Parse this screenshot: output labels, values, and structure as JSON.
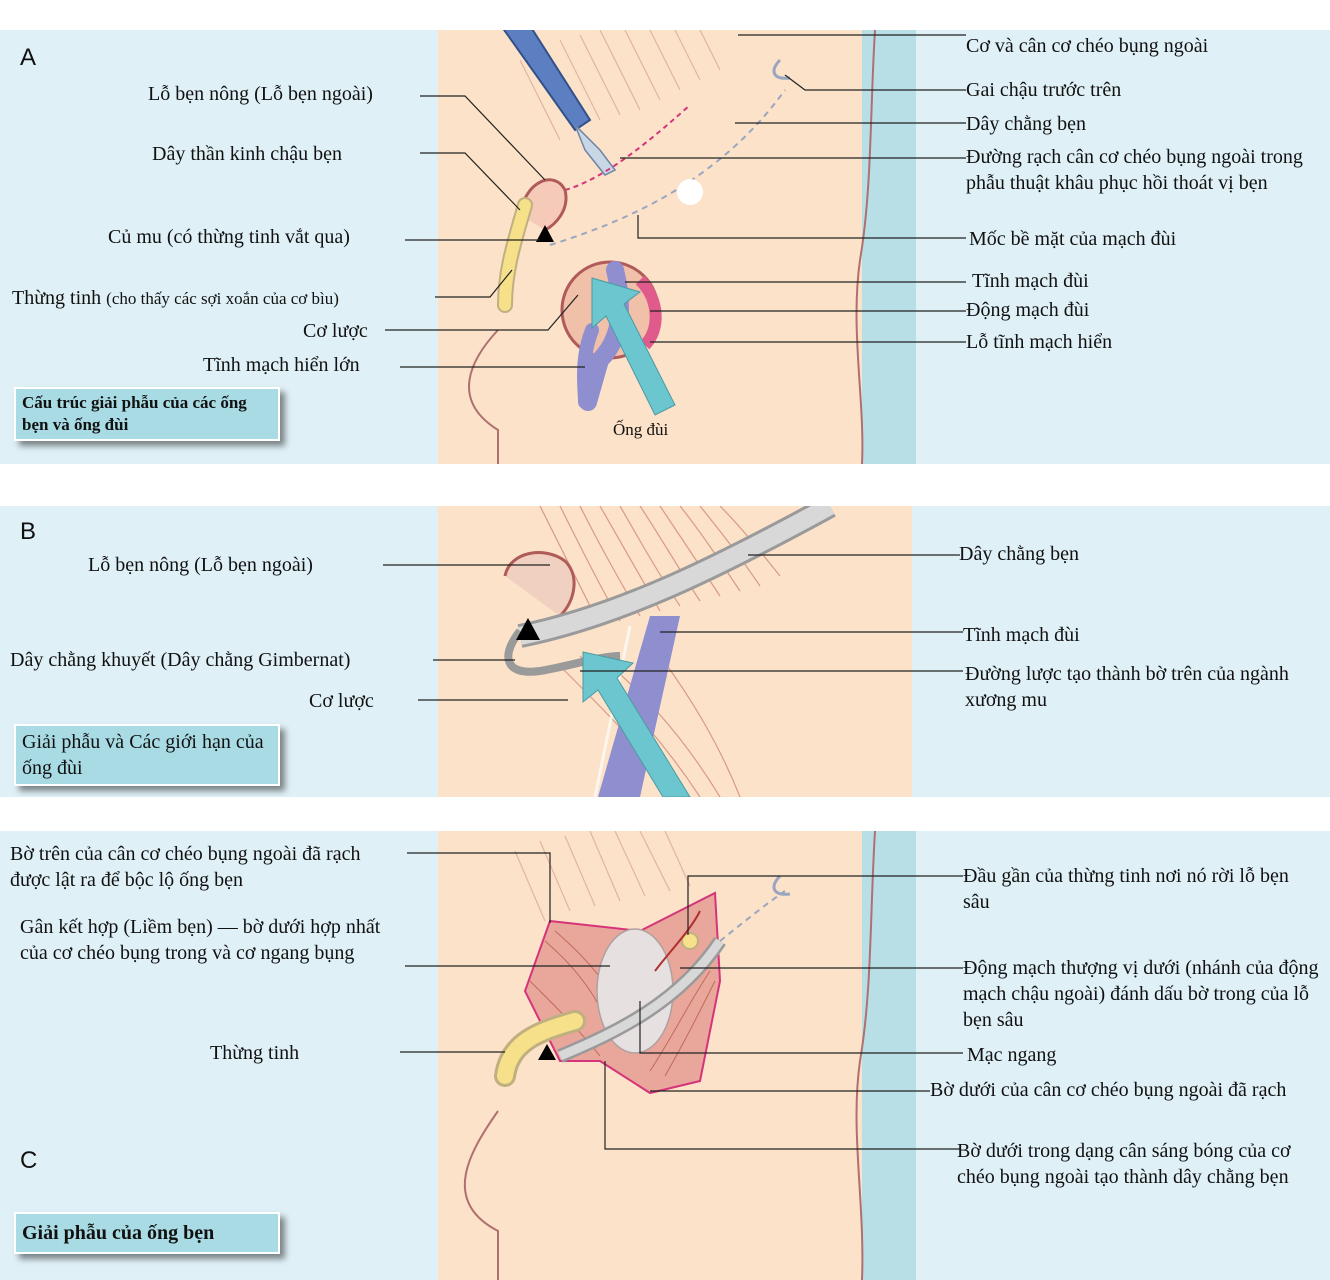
{
  "panel_a": {
    "letter": "A",
    "caption": "Cấu trúc giải phẫu của các ống bẹn và ống đùi",
    "labels": {
      "external_oblique": "Cơ và cân cơ chéo bụng ngoài",
      "asis": "Gai chậu trước trên",
      "inguinal_ligament": "Dây chằng bẹn",
      "incision": "Đường rạch cân cơ chéo bụng ngoài trong phẫu thuật khâu phục hồi thoát vị bẹn",
      "femoral_landmark": "Mốc bề mặt của mạch đùi",
      "femoral_vein": "Tĩnh mạch đùi",
      "femoral_artery": "Động mạch đùi",
      "saphenous_opening": "Lỗ tĩnh mạch hiển",
      "superficial_ring": "Lỗ bẹn nông (Lỗ bẹn ngoài)",
      "ilioinguinal_nerve": "Dây thần kinh chậu bẹn",
      "pubic_tubercle": "Củ mu (có thừng tinh vắt qua)",
      "spermatic_cord_main": "Thừng tinh",
      "spermatic_cord_note": "(cho thấy các sợi xoắn của cơ bìu)",
      "pectineus": "Cơ lược",
      "great_saphenous": "Tĩnh mạch hiển lớn",
      "femoral_canal": "Ống đùi"
    }
  },
  "panel_b": {
    "letter": "B",
    "caption": "Giải phẫu và Các giới hạn của ống đùi",
    "labels": {
      "superficial_ring": "Lỗ bẹn nông (Lỗ bẹn ngoài)",
      "lacunar_ligament": "Dây chằng khuyết (Dây chằng Gimbernat)",
      "pectineus": "Cơ lược",
      "inguinal_ligament": "Dây chằng bẹn",
      "femoral_vein": "Tĩnh mạch đùi",
      "pectineal_line": "Đường lược tạo thành bờ trên của ngành xương mu"
    }
  },
  "panel_c": {
    "letter": "C",
    "caption": "Giải phẫu của ống bẹn",
    "labels": {
      "upper_flap": "Bờ trên của cân cơ chéo bụng ngoài đã rạch được lật ra để bộc lộ ống bẹn",
      "conjoint_tendon": "Gân kết hợp (Liềm bẹn) — bờ dưới hợp nhất của cơ chéo bụng trong và cơ ngang bụng",
      "spermatic_cord": "Thừng tinh",
      "cord_origin": "Đầu gần của thừng tinh nơi nó rời lỗ bẹn sâu",
      "inferior_epigastric": "Động mạch thượng vị dưới (nhánh của động mạch chậu ngoài) đánh dấu bờ trong của lỗ bẹn sâu",
      "transversalis": "Mạc ngang",
      "lower_edge": "Bờ dưới của cân cơ chéo bụng ngoài đã rạch",
      "shelving_edge": "Bờ dưới trong dạng cân sáng bóng của cơ chéo bụng ngoài tạo thành dây chằng bẹn"
    }
  },
  "colors": {
    "background": "#dff0f6",
    "skin": "#fbe2c8",
    "vein": "#8f8fd0",
    "artery": "#e05a8c",
    "arrow": "#6cc6cf",
    "muscle": "#c06a5c",
    "cord": "#f6e08a"
  }
}
